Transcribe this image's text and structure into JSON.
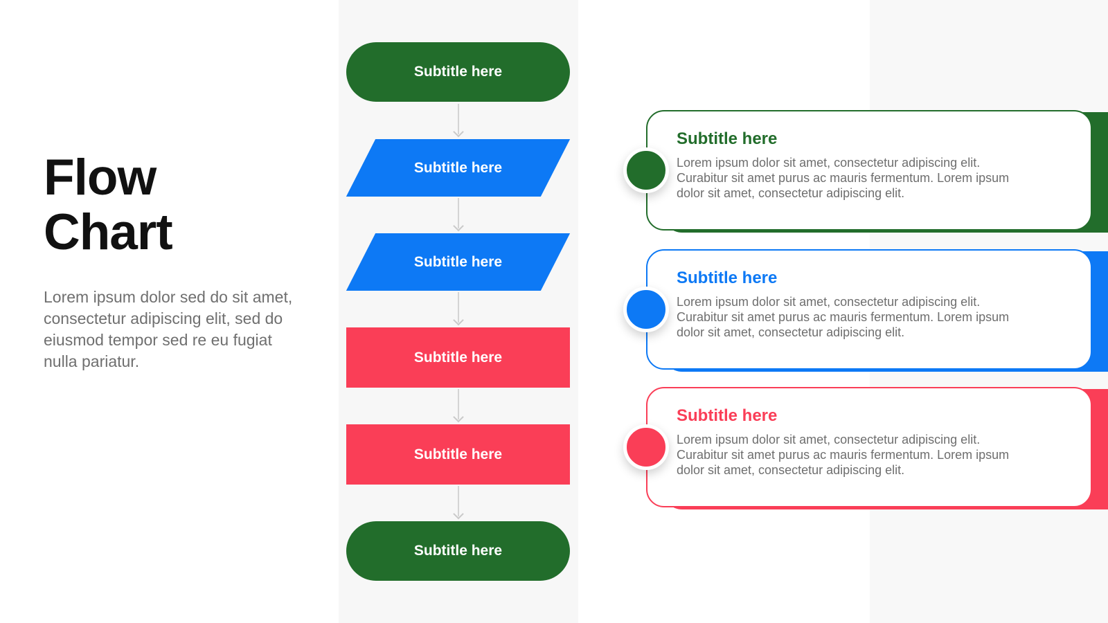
{
  "intro": {
    "title": "Flow Chart",
    "description": "Lorem ipsum dolor sed do sit amet, consectetur adipiscing elit, sed do eiusmod tempor sed re eu fugiat nulla pariatur."
  },
  "colors": {
    "green": "#226d2b",
    "blue": "#0d79f5",
    "red": "#fa3e57",
    "arrow": "#d4d4d4",
    "strip_background": "#f7f7f7",
    "card_background": "#ffffff",
    "title_text": "#111111",
    "body_text": "#6f6f6f"
  },
  "flowchart": {
    "nodes": [
      {
        "shape": "terminator",
        "color": "green",
        "label": "Subtitle here"
      },
      {
        "shape": "data",
        "color": "blue",
        "label": "Subtitle here"
      },
      {
        "shape": "data",
        "color": "blue",
        "label": "Subtitle here"
      },
      {
        "shape": "process",
        "color": "red",
        "label": "Subtitle here"
      },
      {
        "shape": "process",
        "color": "red",
        "label": "Subtitle here"
      },
      {
        "shape": "terminator",
        "color": "green",
        "label": "Subtitle here"
      }
    ]
  },
  "cards": [
    {
      "color": "green",
      "title": "Subtitle here",
      "body": "Lorem ipsum dolor sit amet, consectetur adipiscing elit. Curabitur sit amet purus ac mauris fermentum. Lorem ipsum dolor sit amet, consectetur adipiscing elit."
    },
    {
      "color": "blue",
      "title": "Subtitle here",
      "body": "Lorem ipsum dolor sit amet, consectetur adipiscing elit. Curabitur sit amet purus ac mauris fermentum. Lorem ipsum dolor sit amet, consectetur adipiscing elit."
    },
    {
      "color": "red",
      "title": "Subtitle here",
      "body": "Lorem ipsum dolor sit amet, consectetur adipiscing elit. Curabitur sit amet purus ac mauris fermentum. Lorem ipsum dolor sit amet, consectetur adipiscing elit."
    }
  ]
}
